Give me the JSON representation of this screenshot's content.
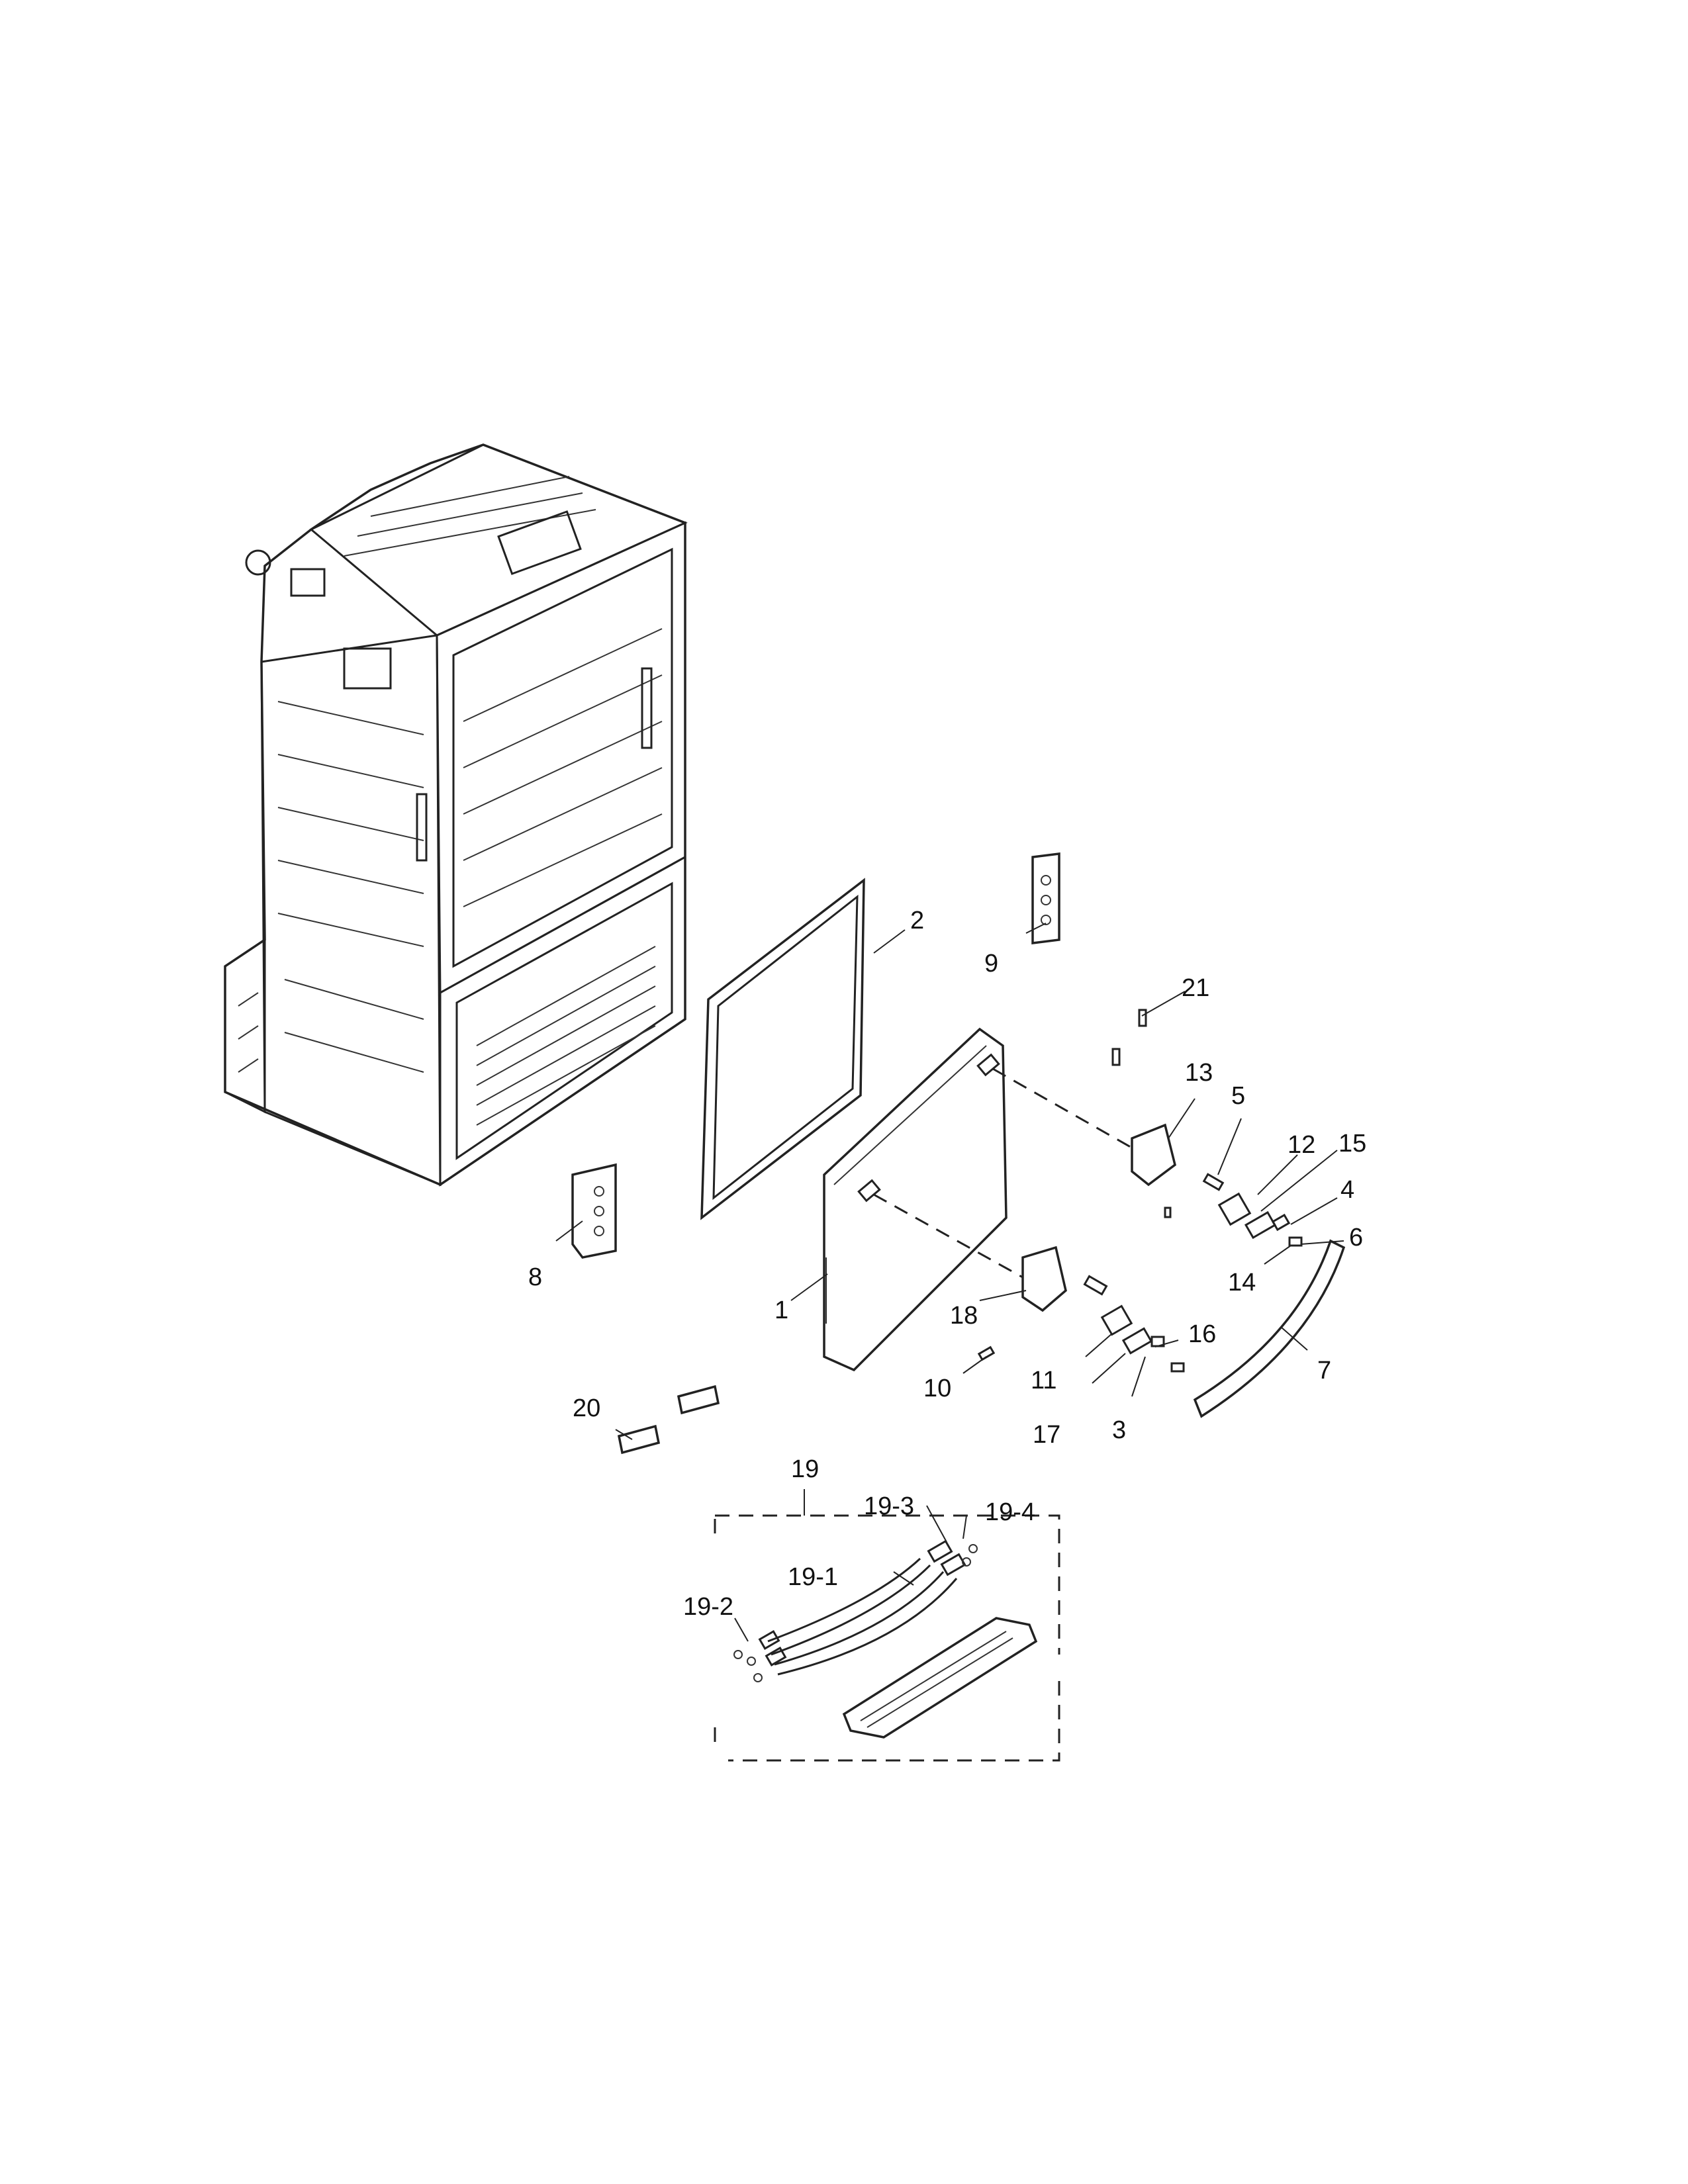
{
  "callouts": {
    "c1": "1",
    "c2": "2",
    "c3": "3",
    "c4": "4",
    "c5": "5",
    "c6": "6",
    "c7": "7",
    "c8": "8",
    "c9": "9",
    "c10": "10",
    "c11": "11",
    "c12": "12",
    "c13": "13",
    "c14": "14",
    "c15": "15",
    "c16": "16",
    "c17": "17",
    "c18": "18",
    "c19": "19",
    "c20": "20",
    "c21": "21",
    "c19_1": "19-1",
    "c19_2": "19-2",
    "c19_3": "19-3",
    "c19_4": "19-4"
  }
}
